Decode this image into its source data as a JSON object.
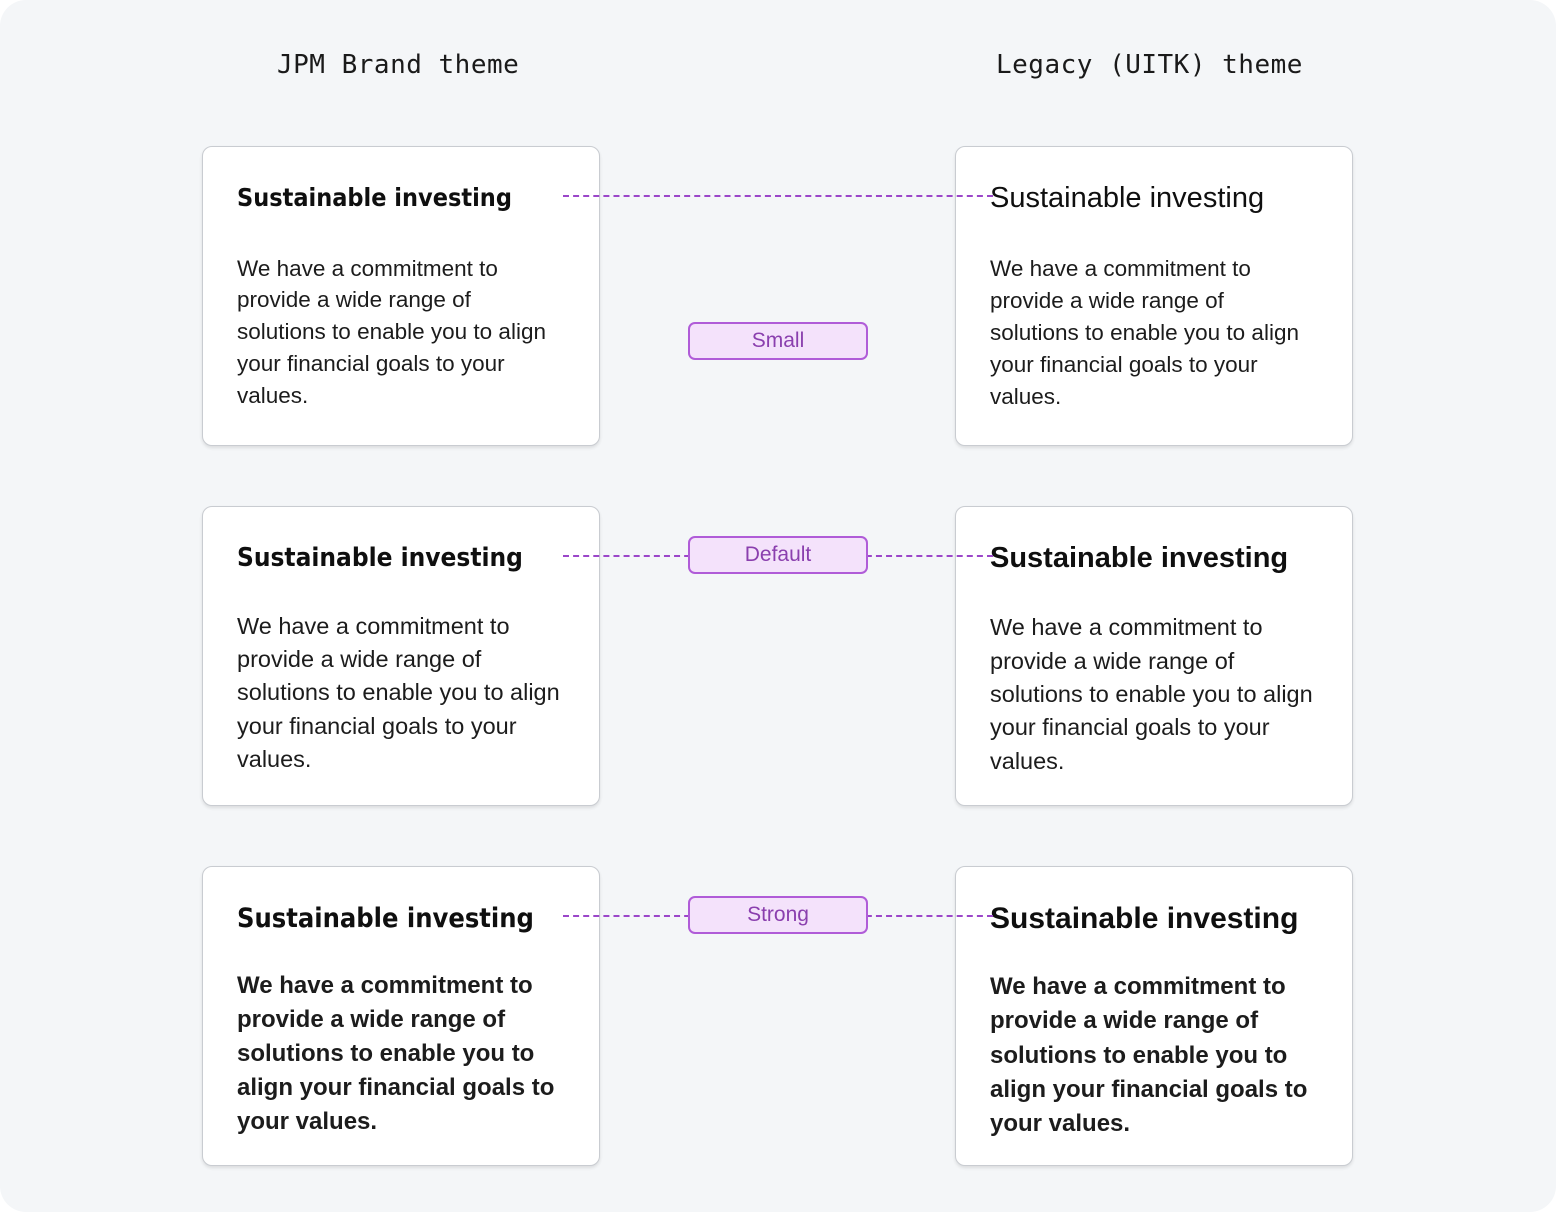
{
  "columns": {
    "left_header": "JPM Brand theme",
    "right_header": "Legacy (UITK) theme"
  },
  "colors": {
    "page_background": "#f4f6f8",
    "card_background": "#ffffff",
    "card_border": "#c9ccd1",
    "connector": "#9b46c9",
    "badge_fill": "#f4e2fb",
    "badge_border": "#b05cd8",
    "badge_text": "#8a3fae",
    "text": "#0f0f0f"
  },
  "rows": [
    {
      "badge": "Small",
      "left": {
        "title": "Sustainable investing",
        "body": "We have a commitment to provide a wide range of solutions to enable you to align your financial goals to your values."
      },
      "right": {
        "title": "Sustainable investing",
        "body": "We have a commitment to provide a wide range of solutions to enable you to align your financial goals to your values."
      }
    },
    {
      "badge": "Default",
      "left": {
        "title": "Sustainable investing",
        "body": "We have a commitment to provide a wide range of solutions to enable you to align your financial goals to your values."
      },
      "right": {
        "title": "Sustainable investing",
        "body": "We have a commitment to provide a wide range of solutions to enable you to align your financial goals to your values."
      }
    },
    {
      "badge": "Strong",
      "left": {
        "title": "Sustainable investing",
        "body": "We have a commitment to provide a wide range of solutions to enable you to align your financial goals to your values."
      },
      "right": {
        "title": "Sustainable investing",
        "body": "We have a commitment to provide a wide range of solutions to enable you to align your financial goals to your values."
      }
    }
  ]
}
